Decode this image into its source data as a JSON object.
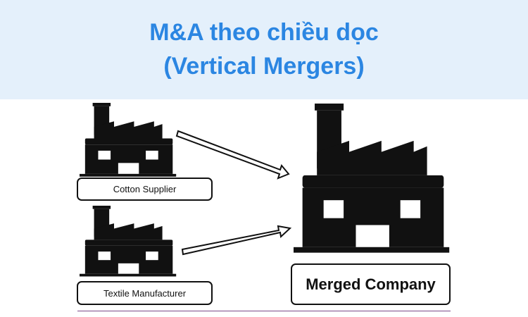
{
  "header": {
    "title_line1": "M&A theo chiều dọc",
    "title_line2": "(Vertical Mergers)",
    "background": "#e4f0fb",
    "title_color": "#2b86e2"
  },
  "diagram": {
    "sources": [
      {
        "label": "Cotton Supplier",
        "icon": "factory-icon"
      },
      {
        "label": "Textile Manufacturer",
        "icon": "factory-icon"
      }
    ],
    "target": {
      "label": "Merged Company",
      "icon": "factory-icon"
    },
    "arrow_icon": "outline-arrow-icon",
    "divider_color": "#7d4a8a"
  }
}
